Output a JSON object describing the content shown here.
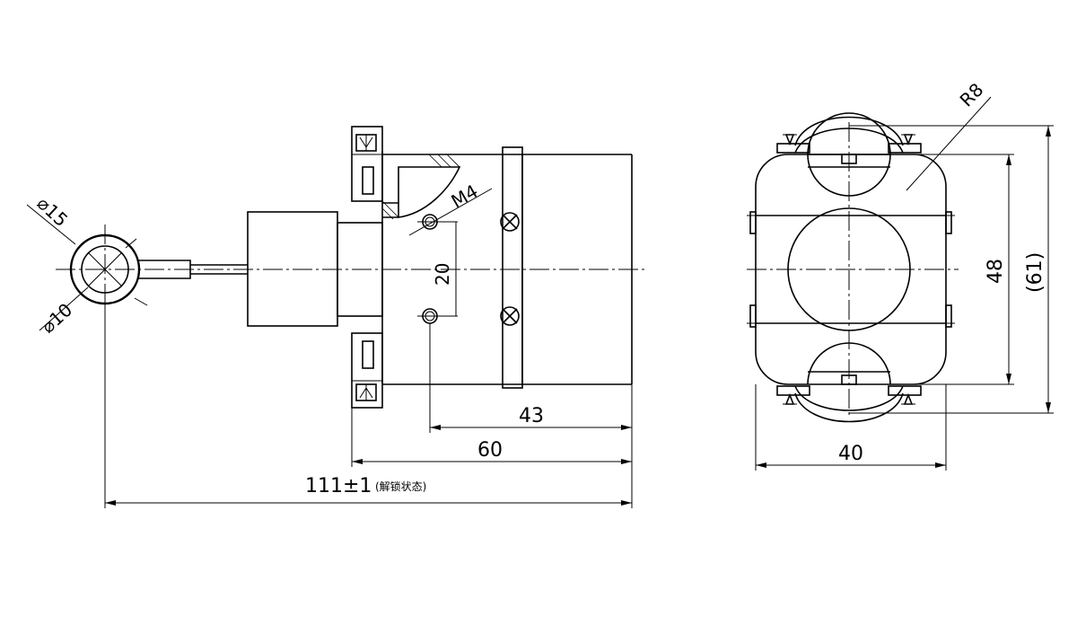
{
  "dimensions": {
    "eye_outer": "⌀15",
    "eye_inner": "⌀10",
    "thread": "M4",
    "hole_spacing": "20",
    "length_43": "43",
    "length_60": "60",
    "total_length": "111±1",
    "total_length_note": "(解锁状态)",
    "radius": "R8",
    "height_48": "48",
    "height_61": "(61)",
    "width_40": "40"
  }
}
